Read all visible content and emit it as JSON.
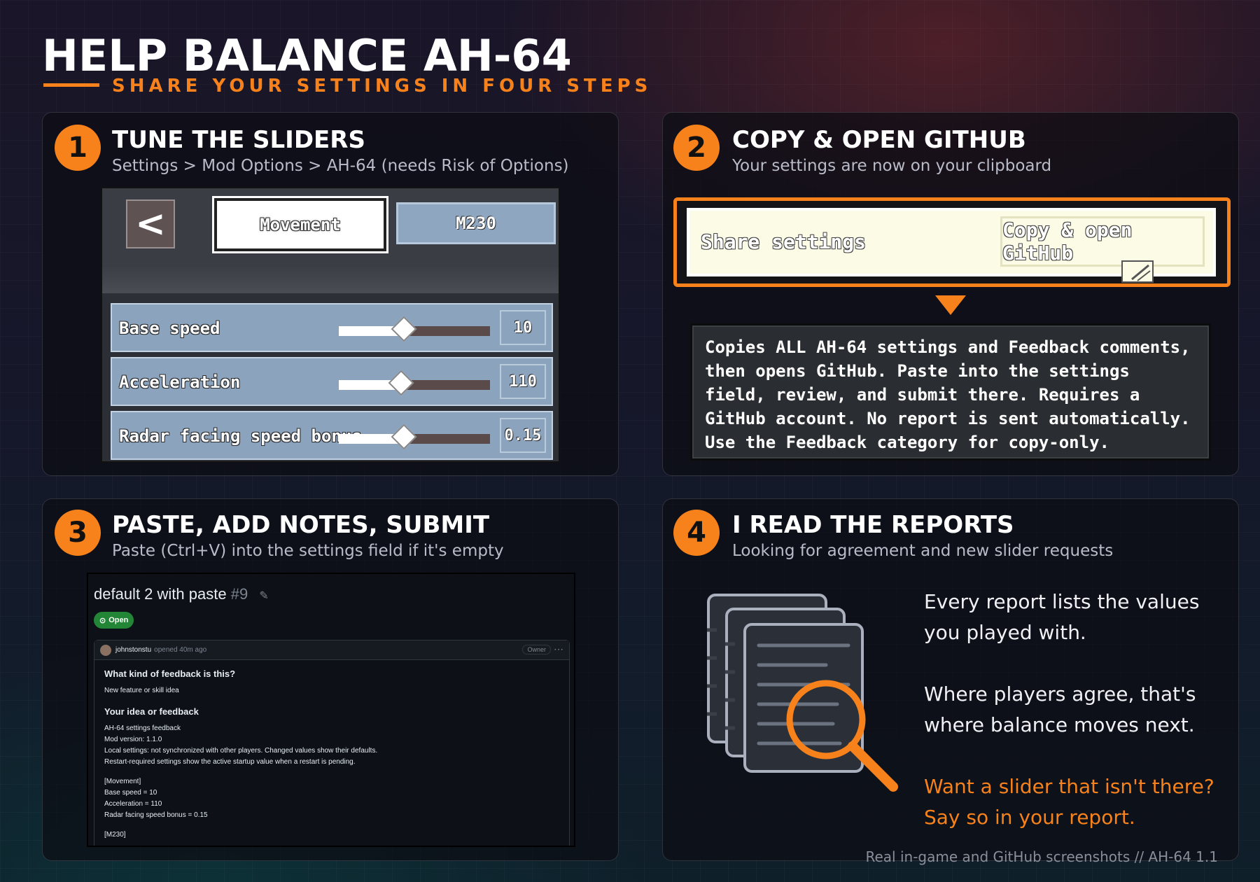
{
  "header": {
    "title": "HELP BALANCE AH-64",
    "subtitle": "SHARE YOUR SETTINGS IN FOUR STEPS"
  },
  "step1": {
    "number": "1",
    "title": "TUNE THE SLIDERS",
    "subtitle": "Settings > Mod Options > AH-64 (needs Risk of Options)",
    "ui": {
      "back_glyph": "<",
      "tabs": [
        {
          "label": "Movement",
          "selected": true
        },
        {
          "label": "M230",
          "selected": false
        }
      ],
      "sliders": [
        {
          "label": "Base speed",
          "value": "10",
          "fill": 0.43
        },
        {
          "label": "Acceleration",
          "value": "110",
          "fill": 0.41
        },
        {
          "label": "Radar facing speed bonus",
          "value": "0.15",
          "fill": 0.43
        }
      ]
    }
  },
  "step2": {
    "number": "2",
    "title": "COPY & OPEN GITHUB",
    "subtitle": "Your settings are now on your clipboard",
    "share_label": "Share settings",
    "button_label": "Copy & open GitHub",
    "tooltip": "Copies ALL AH-64 settings and Feedback comments, then opens GitHub. Paste into the settings field, review, and submit there. Requires a GitHub account. No report is sent automatically. Use the Feedback category for copy-only."
  },
  "step3": {
    "number": "3",
    "title": "PASTE, ADD NOTES, SUBMIT",
    "subtitle": "Paste (Ctrl+V) into the settings field if it's empty",
    "github": {
      "issue_title": "default 2 with paste",
      "issue_number": "#9",
      "state": "Open",
      "author": "johnstonstu",
      "opened": "opened 40m ago",
      "badge": "Owner",
      "q1": "What kind of feedback is this?",
      "a1": "New feature or skill idea",
      "q2": "Your idea or feedback",
      "lines": [
        "AH-64 settings feedback",
        "Mod version: 1.1.0",
        "Local settings: not synchronized with other players. Changed values show their defaults.",
        "Restart-required settings show the active startup value when a restart is pending.",
        "",
        "[Movement]",
        "Base speed = 10",
        "Acceleration = 110",
        "Radar facing speed bonus = 0.15",
        "",
        "[M230]"
      ]
    }
  },
  "step4": {
    "number": "4",
    "title": "I READ THE REPORTS",
    "subtitle": "Looking for agreement and new slider requests",
    "para1": [
      "Every report lists the values",
      "you played with."
    ],
    "para2": [
      "Where players agree, that's",
      "where balance moves next."
    ],
    "para3": [
      "Want a slider that isn't there?",
      "Say so in your report."
    ],
    "icon": "documents-magnifier-icon"
  },
  "footer": "Real in-game and GitHub screenshots  //  AH-64 1.1",
  "colors": {
    "accent": "#f7821b",
    "panel": "#0c0c14"
  }
}
